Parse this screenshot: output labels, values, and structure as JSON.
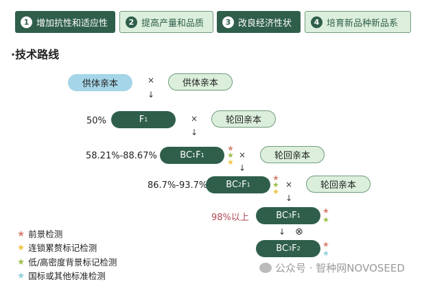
{
  "tabs": [
    {
      "num": "1",
      "label": "增加抗性和适应性"
    },
    {
      "num": "2",
      "label": "提高产量和品质"
    },
    {
      "num": "3",
      "label": "改良经济性状"
    },
    {
      "num": "4",
      "label": "培育新品种新品系"
    }
  ],
  "section_title": "·技术路线",
  "nodes": {
    "donor": "供体亲本",
    "donor2": "供体亲本",
    "recurrent": "轮回亲本",
    "f1": "F",
    "bc1f1_a": "BC",
    "bc1f1_b": "1",
    "bc1f1_c": "F",
    "sub1": "1",
    "bc2_b": "2",
    "bc3_b": "3",
    "f2_sub": "2"
  },
  "percents": {
    "f1": "50%",
    "bc1": "58.21%-88.67%",
    "bc2": "86.7%-93.7%",
    "bc3": "98%以上"
  },
  "symbols": {
    "cross": "×",
    "self": "⊗",
    "arrow": "↓"
  },
  "legend": [
    {
      "label": "前景检测",
      "color": "#d98373"
    },
    {
      "label": "连锁累赘标记检测",
      "color": "#f0c445"
    },
    {
      "label": "低/高密度背景标记检测",
      "color": "#9dbf4a"
    },
    {
      "label": "国标或其他标准检测",
      "color": "#8fd0dc"
    }
  ],
  "watermark": "公众号 · 智种网NOVOSEED"
}
